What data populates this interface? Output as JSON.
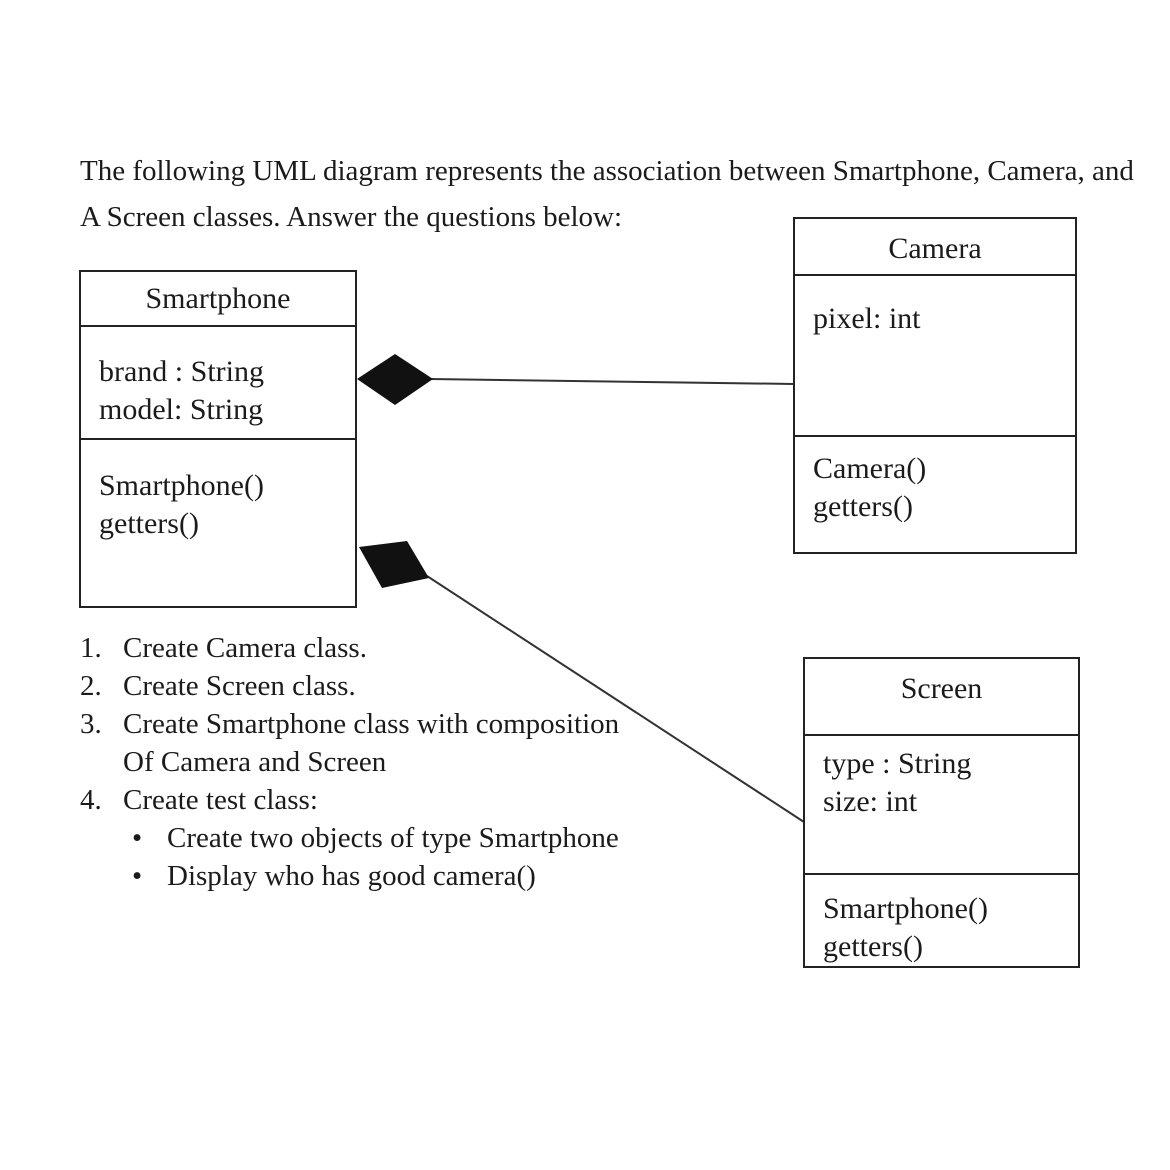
{
  "page": {
    "background": "#ffffff",
    "text_color": "#1b1b1b",
    "line_color": "#333333",
    "diamond_color": "#111111"
  },
  "header": {
    "line1": "The following UML diagram represents the association between Smartphone, Camera, and",
    "line2": "A Screen classes. Answer the questions below:"
  },
  "diagram": {
    "classes": [
      {
        "title": "Smartphone",
        "attributes": [
          "brand : String",
          "model: String"
        ],
        "methods": [
          "Smartphone()",
          "getters()"
        ]
      },
      {
        "title": "Camera",
        "attributes": [
          "pixel: int"
        ],
        "methods": [
          "Camera()",
          "getters()"
        ]
      },
      {
        "title": "Screen",
        "attributes": [
          "type : String",
          "size: int"
        ],
        "methods": [
          "Smartphone()",
          "getters()"
        ]
      }
    ],
    "relations": [
      {
        "type": "composition",
        "from": "Smartphone",
        "to": "Camera"
      },
      {
        "type": "composition",
        "from": "Smartphone",
        "to": "Screen"
      }
    ]
  },
  "tasks": {
    "items": [
      {
        "marker": "1.",
        "text": "Create Camera class."
      },
      {
        "marker": "2.",
        "text": "Create Screen class."
      },
      {
        "marker": "3.",
        "text": "Create Smartphone class with composition"
      },
      {
        "marker": "",
        "text": "Of Camera and Screen"
      },
      {
        "marker": "4.",
        "text": "Create test class:"
      }
    ],
    "bullets": [
      {
        "marker": "•",
        "text": "Create two objects of type Smartphone"
      },
      {
        "marker": "•",
        "text": "Display who has good camera()"
      }
    ]
  }
}
